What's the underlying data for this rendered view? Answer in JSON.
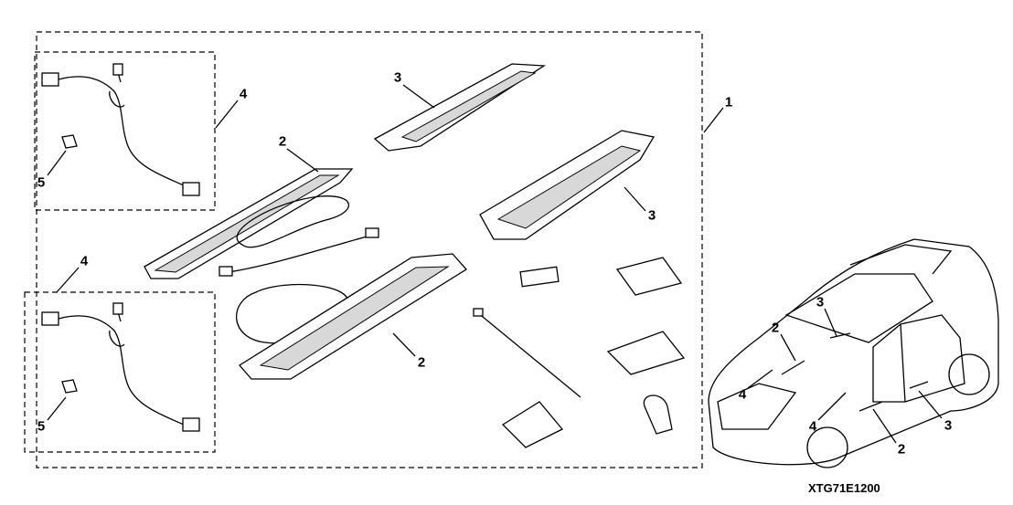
{
  "diagram": {
    "code": "XTG71E1200",
    "callouts": {
      "kit": "1",
      "garnish_left_top": "2",
      "garnish_lower": "2",
      "trim_top": "3",
      "trim_right": "3",
      "harness_upper": "4",
      "clip_upper": "5",
      "harness_lower": "4",
      "clip_lower": "5",
      "car_3a": "3",
      "car_2a": "2",
      "car_4a": "4",
      "car_4b": "4",
      "car_3b": "3",
      "car_2b": "2"
    }
  }
}
